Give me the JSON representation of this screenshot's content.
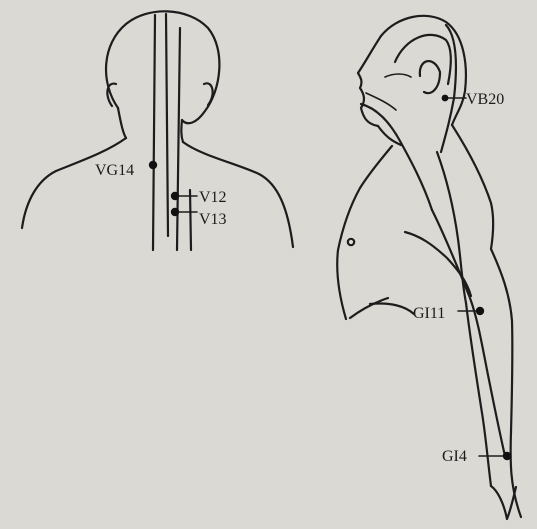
{
  "colors": {
    "paper": "#dad9d4",
    "ink": "#1d1d1d"
  },
  "points": {
    "vg14": "VG14",
    "v12": "V12",
    "v13": "V13",
    "vb20": "VB20",
    "gi11": "GI11",
    "gi4": "GI4"
  }
}
